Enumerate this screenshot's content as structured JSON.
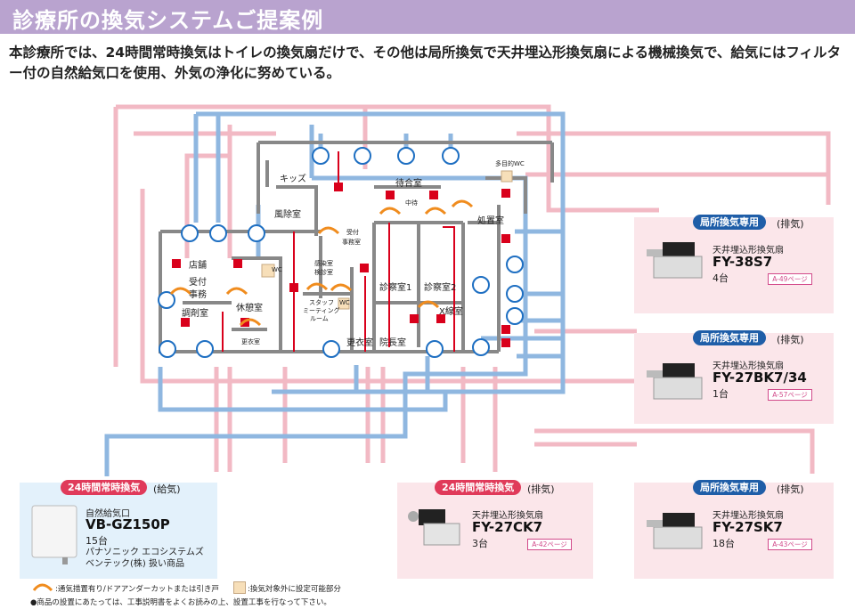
{
  "header": {
    "title": "診療所の換気システムご提案例"
  },
  "intro": "本診療所では、24時間常時換気はトイレの換気扇だけで、その他は局所換気で天井埋込形換気扇による機械換気で、給気にはフィルター付の自然給気口を使用、外気の浄化に努めている。",
  "rooms": {
    "kids": "キッズ",
    "waiting": "待合室",
    "multi_wc": "多目的WC",
    "windbreak": "風除室",
    "naka_machi": "中待",
    "treatment": "処置室",
    "store": "店舗",
    "reception_a": "受付",
    "reception_b": "事務",
    "reception_office_a": "受付",
    "reception_office_b": "事務室",
    "infection_a": "感染室",
    "infection_b": "検診室",
    "wc": "WC",
    "exam1": "診察室1",
    "exam2": "診察室2",
    "dispensary": "調剤室",
    "lounge": "休憩室",
    "staff_a": "スタッフ",
    "staff_b": "ミーティング",
    "staff_c": "ルーム",
    "wc2": "WC",
    "xray": "X線室",
    "locker1": "更衣室",
    "locker2": "更衣室",
    "director": "院長室"
  },
  "cards": {
    "local1": {
      "badge": "局所換気専用",
      "sub": "(排気)",
      "type": "天井埋込形換気扇",
      "model": "FY-38S7",
      "qty": "4台",
      "ref": "A-49ページ"
    },
    "local2": {
      "badge": "局所換気専用",
      "sub": "(排気)",
      "type": "天井埋込形換気扇",
      "model": "FY-27BK7/34",
      "qty": "1台",
      "ref": "A-57ページ"
    },
    "local3": {
      "badge": "局所換気専用",
      "sub": "(排気)",
      "type": "天井埋込形換気扇",
      "model": "FY-27SK7",
      "qty": "18台",
      "ref": "A-43ページ"
    },
    "always_exhaust": {
      "badge": "24時間常時換気",
      "sub": "(排気)",
      "type": "天井埋込形換気扇",
      "model": "FY-27CK7",
      "qty": "3台",
      "ref": "A-42ページ"
    },
    "always_supply": {
      "badge": "24時間常時換気",
      "sub": "(給気)",
      "type": "自然給気口",
      "model": "VB-GZ150P",
      "qty": "15台",
      "note1": "パナソニック エコシステムズ",
      "note2": "ベンテック(株) 扱い商品"
    }
  },
  "legend": {
    "item1": ":通気措置有り/ドアアンダーカットまたは引き戸",
    "item2": ":換気対象外に設定可能部分",
    "note": "●商品の設置にあたっては、工事説明書をよくお読みの上、設置工事を行なって下さい。"
  },
  "colors": {
    "header": "#b9a3cf",
    "supply_duct": "#8fb7e0",
    "exhaust_duct": "#f2b9c4",
    "fan_red": "#d9001b",
    "arrow_orange": "#f08c1e",
    "card_pink": "#fbe6ea",
    "card_blue": "#e3f1fb",
    "badge_navy": "#1f5ea8",
    "badge_red": "#e03a5a"
  }
}
